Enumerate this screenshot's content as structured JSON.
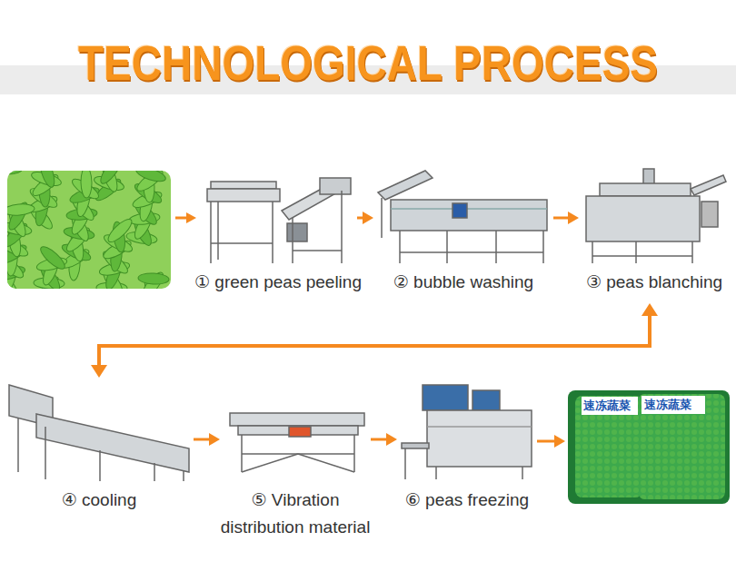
{
  "diagram": {
    "title": "TECHNOLOGICAL PROCESS",
    "nodes": [
      {
        "text": [
          "① green peas peeling"
        ]
      },
      {
        "text": [
          "② bubble washing"
        ]
      },
      {
        "text": [
          "③ peas blanching"
        ]
      },
      {
        "text": [
          "④ cooling"
        ]
      },
      {
        "text": [
          "⑤ Vibration distribution material"
        ]
      },
      {
        "text": [
          "⑥ peas freezing"
        ]
      },
      {
        "text": [
          "速冻蔬菜",
          "速冻蔬菜"
        ]
      }
    ],
    "edges": [
      {
        "from": 0,
        "to": 1,
        "arrow": "to"
      },
      {
        "from": 1,
        "to": 2,
        "arrow": "to"
      },
      {
        "from": 2,
        "to": 3,
        "arrow": "both"
      },
      {
        "from": 3,
        "to": 4,
        "arrow": "to"
      },
      {
        "from": 4,
        "to": 5,
        "arrow": "to"
      },
      {
        "from": 5,
        "to": 6,
        "arrow": "to"
      }
    ]
  }
}
